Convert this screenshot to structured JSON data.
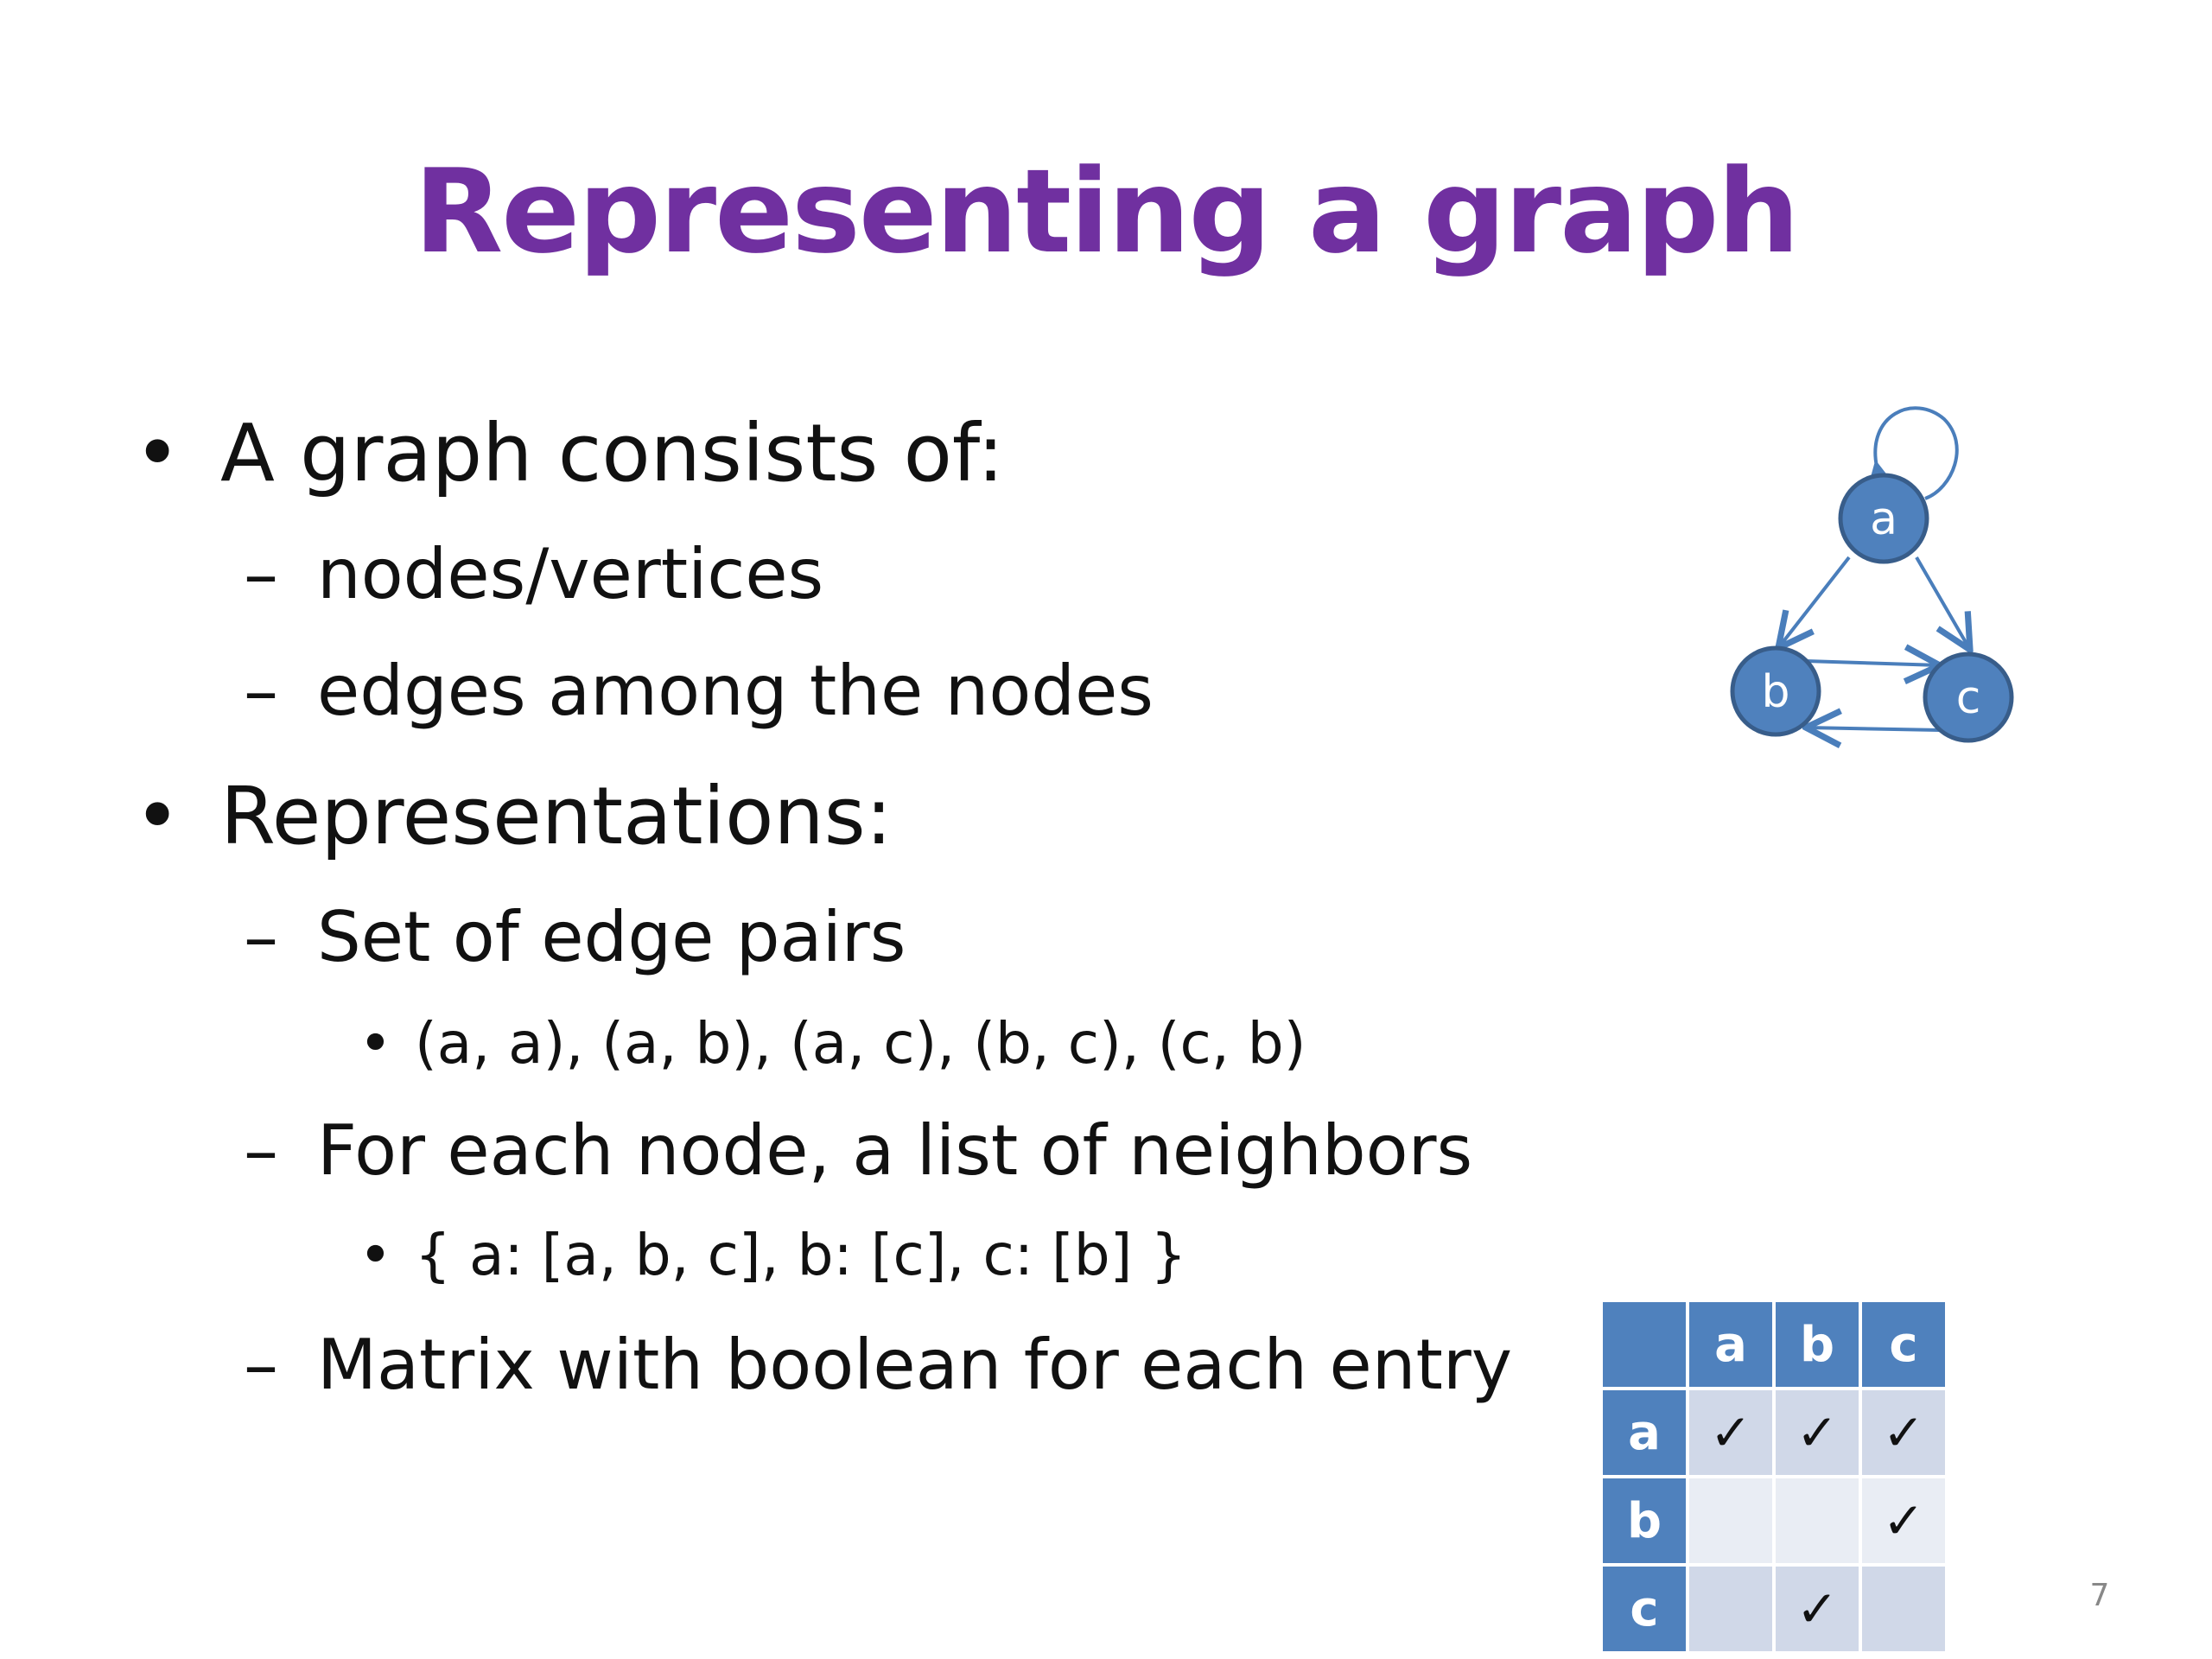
{
  "slide": {
    "title": "Representing a graph",
    "bullet_glyph": "•",
    "dash_glyph": "–",
    "bullets": [
      {
        "text": "A graph consists of:",
        "items": [
          {
            "text": "nodes/vertices"
          },
          {
            "text": "edges among the nodes"
          }
        ]
      },
      {
        "text": "Representations:",
        "items": [
          {
            "text": "Set of edge pairs",
            "sub": "(a, a), (a, b), (a, c), (b, c), (c, b)"
          },
          {
            "text": "For each node, a list of neighbors",
            "sub": "{ a: [a, b, c], b: [c], c: [b] }"
          },
          {
            "text": "Matrix with boolean for each entry"
          }
        ]
      }
    ],
    "graph": {
      "nodes": [
        "a",
        "b",
        "c"
      ],
      "edges": [
        [
          "a",
          "a"
        ],
        [
          "a",
          "b"
        ],
        [
          "a",
          "c"
        ],
        [
          "b",
          "c"
        ],
        [
          "c",
          "b"
        ]
      ],
      "node_color": "#4f81bd",
      "node_border": "#385d8a",
      "edge_color": "#4a7ebb"
    },
    "matrix": {
      "headers": [
        "a",
        "b",
        "c"
      ],
      "check": "✓",
      "rows": [
        {
          "label": "a",
          "cells": [
            "✓",
            "✓",
            "✓"
          ]
        },
        {
          "label": "b",
          "cells": [
            "",
            "",
            "✓"
          ]
        },
        {
          "label": "c",
          "cells": [
            "",
            "✓",
            ""
          ]
        }
      ],
      "header_color": "#4f81bd"
    },
    "page_number": "7",
    "title_color": "#7030a0"
  }
}
